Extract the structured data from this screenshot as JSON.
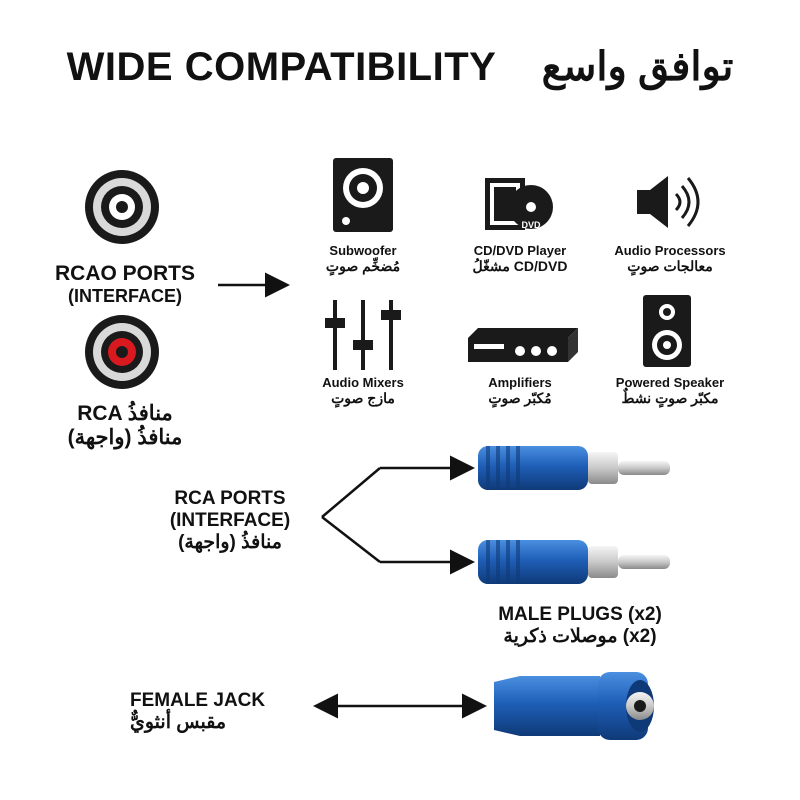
{
  "title": {
    "en": "WIDE COMPATIBILITY",
    "ar": "توافق واسع"
  },
  "left_panel": {
    "port_label": "RCAO PORTS",
    "port_sub": "(INTERFACE)",
    "rca_label": "RCA منافذُ",
    "rca_sub_ar": "منافذُ (واجهة)"
  },
  "devices": [
    {
      "en": "Subwoofer",
      "ar": "مُضخِّم صوتٍ",
      "icon": "subwoofer-icon"
    },
    {
      "en": "CD/DVD Player",
      "ar": "مشغّلُ CD/DVD",
      "icon": "cd-dvd-player-icon"
    },
    {
      "en": "Audio Processors",
      "ar": "معالجات صوتٍ",
      "icon": "speaker-sound-icon"
    },
    {
      "en": "Audio Mixers",
      "ar": "مازج صوتٍ",
      "icon": "mixer-sliders-icon"
    },
    {
      "en": "Amplifiers",
      "ar": "مُكبّر صوتٍ",
      "icon": "amplifier-icon"
    },
    {
      "en": "Powered Speaker",
      "ar": "مكبّر صوتٍ نشطٌ",
      "icon": "powered-speaker-icon"
    }
  ],
  "dvd_logo_text": "DVD",
  "rca_ports": {
    "label1": "RCA PORTS",
    "label2": "(INTERFACE)",
    "label3": "منافذُ (واجهة)"
  },
  "male_plugs": {
    "label_en": "MALE PLUGS (x2)",
    "label_ar": "موصلات ذكرية (x2)"
  },
  "female_jack": {
    "label_en": "FEMALE JACK",
    "label_ar": "مقبس أنثويٌّ"
  },
  "colors": {
    "plug_blue": "#1f5fb8",
    "plug_blue_dark": "#123d7a",
    "rca_red": "#d8191f",
    "ink": "#111111"
  }
}
